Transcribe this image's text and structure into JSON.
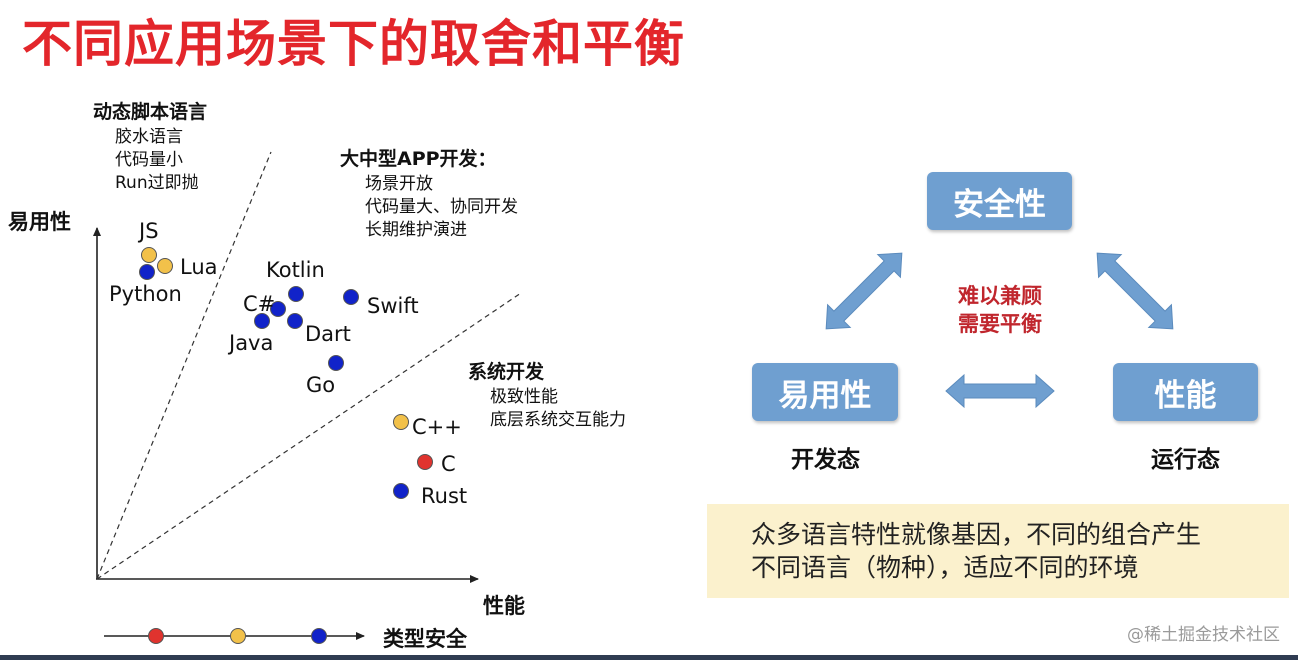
{
  "title": "不同应用场景下的取舍和平衡",
  "chart": {
    "y_axis_label": "易用性",
    "x_axis_label": "性能",
    "bottom_legend_label": "类型安全",
    "regions": [
      {
        "heading": "动态脚本语言",
        "lines": [
          "胶水语言",
          "代码量小",
          "Run过即抛"
        ]
      },
      {
        "heading": "大中型APP开发：",
        "lines": [
          "场景开放",
          "代码量大、协同开发",
          "长期维护演进"
        ]
      },
      {
        "heading": "系统开发",
        "lines": [
          "极致性能",
          "底层系统交互能力"
        ]
      }
    ],
    "languages": [
      {
        "name": "JS",
        "color": "#f2c14a"
      },
      {
        "name": "Lua",
        "color": "#f2c14a"
      },
      {
        "name": "Python",
        "color": "#1123c9"
      },
      {
        "name": "Kotlin",
        "color": "#1123c9"
      },
      {
        "name": "C#",
        "color": "#1123c9"
      },
      {
        "name": "Java",
        "color": "#1123c9"
      },
      {
        "name": "Dart",
        "color": "#1123c9"
      },
      {
        "name": "Swift",
        "color": "#1123c9"
      },
      {
        "name": "Go",
        "color": "#1123c9"
      },
      {
        "name": "C++",
        "color": "#f2c14a"
      },
      {
        "name": "C",
        "color": "#e0332e"
      },
      {
        "name": "Rust",
        "color": "#1123c9"
      }
    ],
    "type_safety_scale_colors": [
      "#e0332e",
      "#f2c14a",
      "#1123c9"
    ]
  },
  "triangle": {
    "top": "安全性",
    "left": "易用性",
    "right": "性能",
    "center_line1": "难以兼顾",
    "center_line2": "需要平衡",
    "left_caption": "开发态",
    "right_caption": "运行态"
  },
  "summary": {
    "line1": "众多语言特性就像基因，不同的组合产生",
    "line2": "不同语言（物种），适应不同的环境"
  },
  "watermark": "@稀土掘金技术社区",
  "colors": {
    "title": "#e3262b",
    "box": "#6f9fd0",
    "arrow": "#6f9fd0",
    "note": "#c0262d",
    "summary_bg": "#fbf1cd"
  }
}
